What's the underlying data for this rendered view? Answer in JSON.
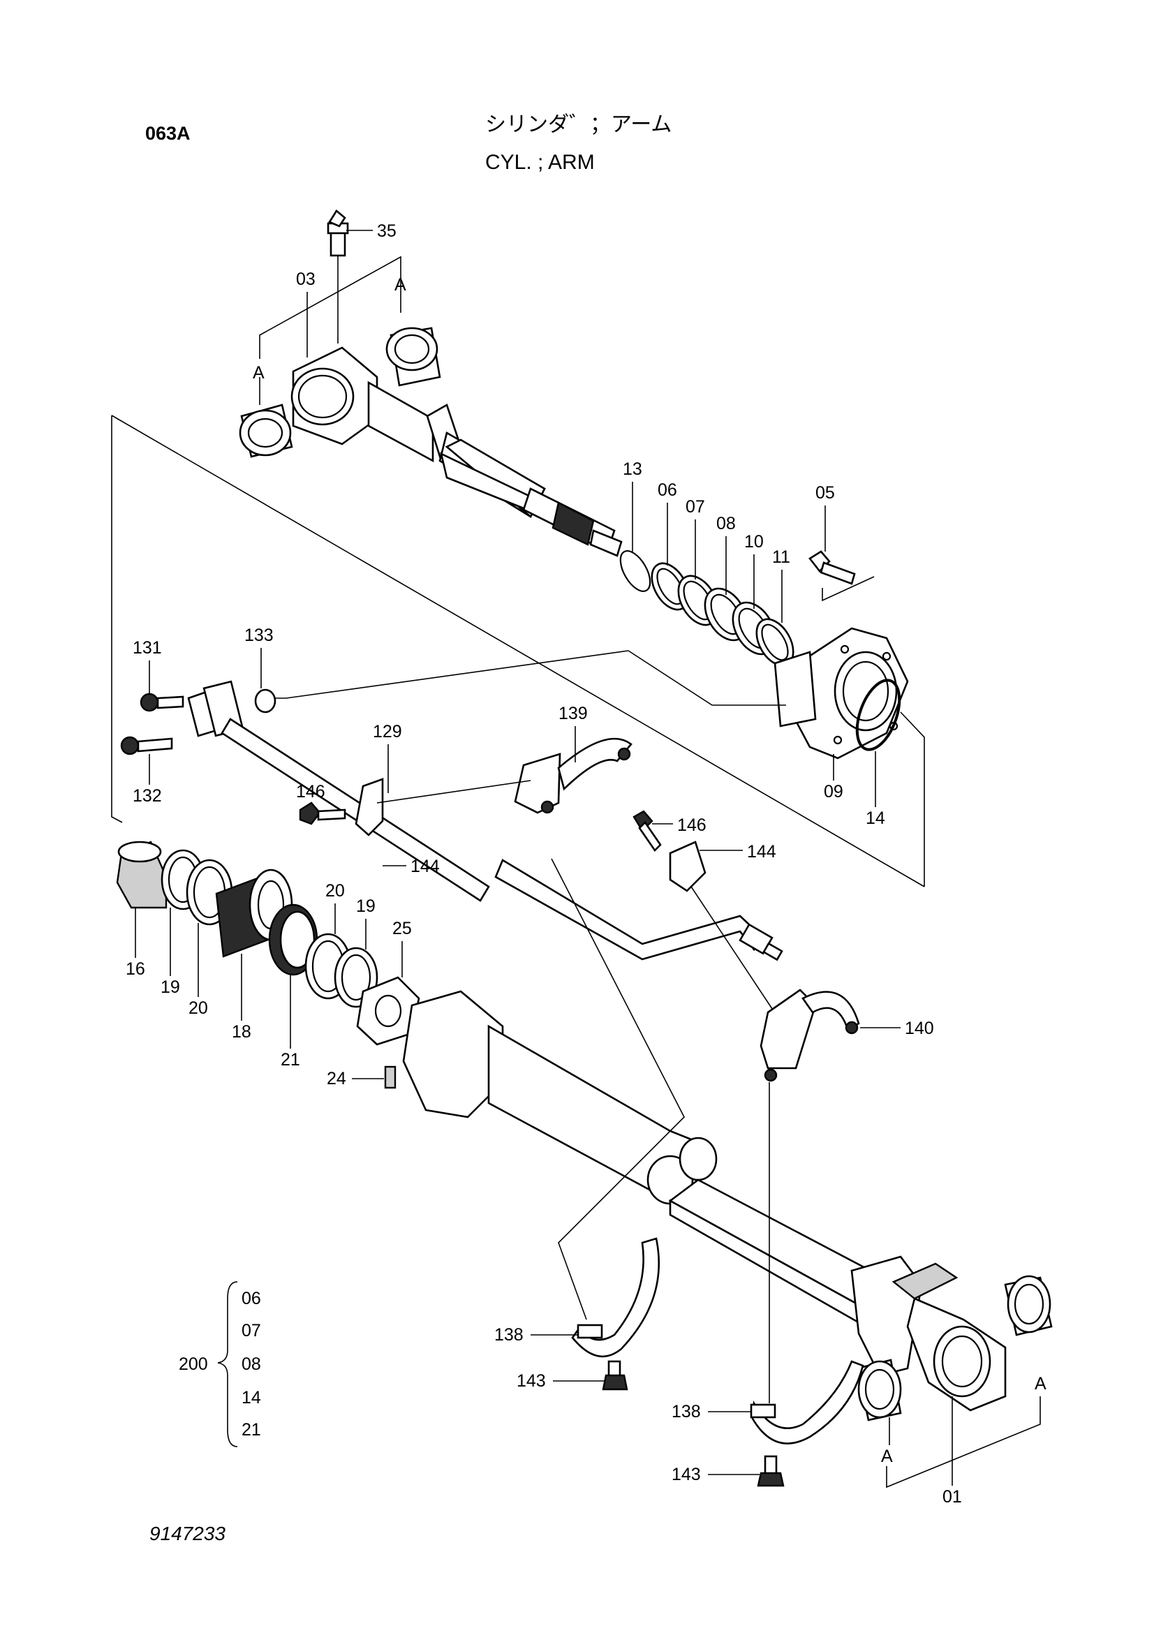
{
  "header": {
    "code": "063A",
    "title_jp": "シリンダ゛；アーム",
    "title_en": "CYL. ; ARM"
  },
  "parts": {
    "p35": "35",
    "p03": "03",
    "p13": "13",
    "p06": "06",
    "p07": "07",
    "p08": "08",
    "p10": "10",
    "p11": "11",
    "p05": "05",
    "p131": "131",
    "p133": "133",
    "p132": "132",
    "p129": "129",
    "p139": "139",
    "p146a": "146",
    "p144a": "144",
    "p146b": "146",
    "p144b": "144",
    "p09": "09",
    "p14": "14",
    "p16": "16",
    "p19a": "19",
    "p20a": "20",
    "p18": "18",
    "p21": "21",
    "p20b": "20",
    "p19b": "19",
    "p25": "25",
    "p24": "24",
    "p140": "140",
    "p138a": "138",
    "p143a": "143",
    "p138b": "138",
    "p143b": "143",
    "p01": "01"
  },
  "markers": {
    "a1": "A",
    "a2": "A",
    "a3": "A",
    "a4": "A"
  },
  "kit": {
    "number": "200",
    "items": [
      "06",
      "07",
      "08",
      "14",
      "21"
    ]
  },
  "footer": {
    "doc_number": "9147233"
  }
}
